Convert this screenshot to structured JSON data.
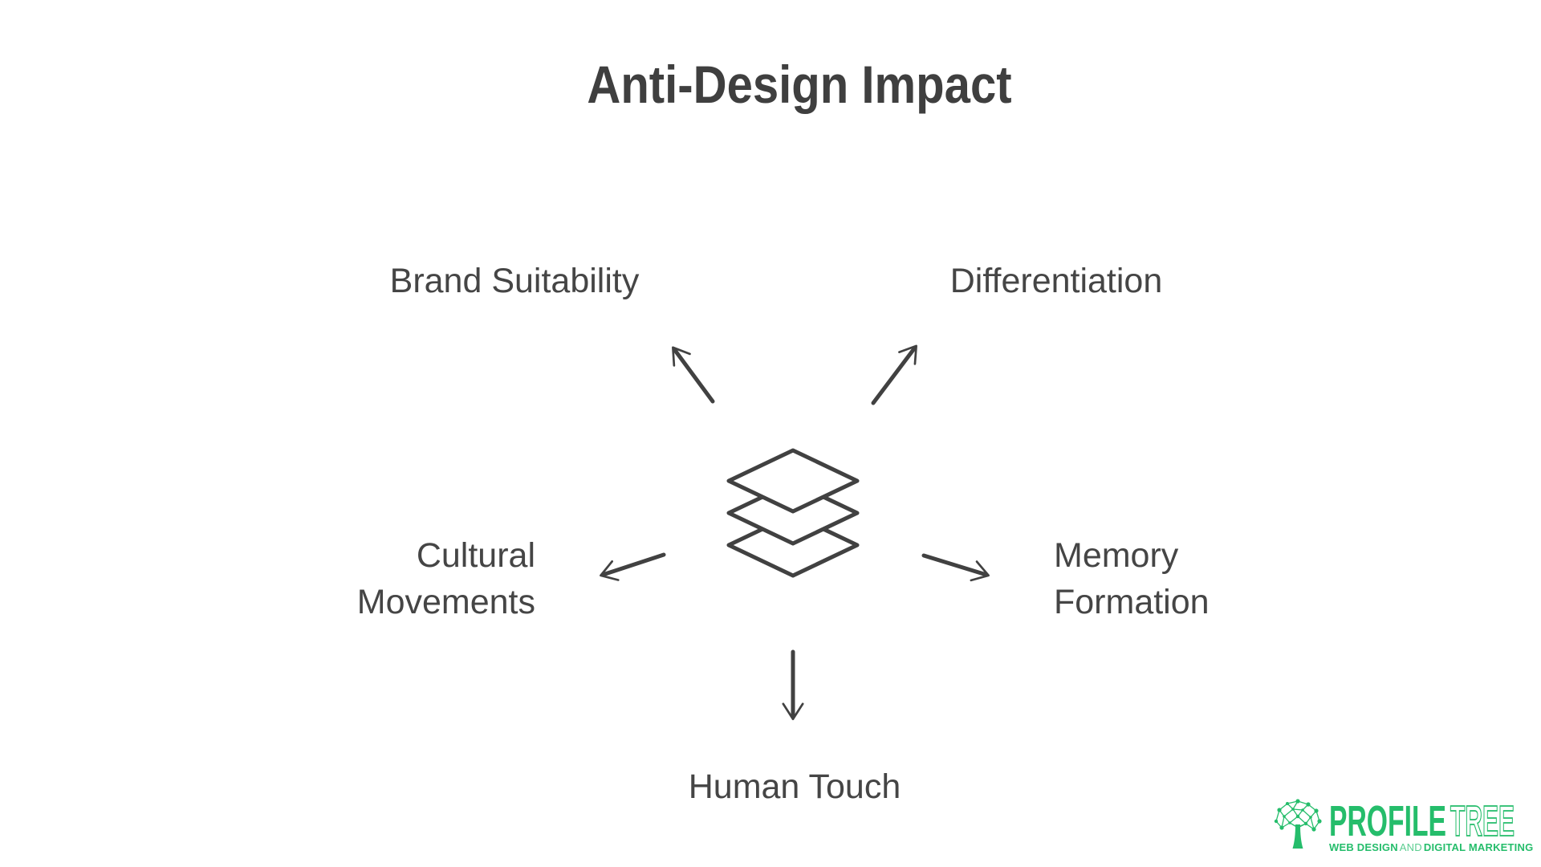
{
  "title": "Anti-Design Impact",
  "colors": {
    "ink": "#414141",
    "background": "#ffffff",
    "logo_green": "#25bd6b"
  },
  "diagram": {
    "center_icon": "layers-stack",
    "labels": {
      "brand_suitability": "Brand Suitability",
      "differentiation": "Differentiation",
      "cultural_line1": "Cultural",
      "cultural_line2": "Movements",
      "memory_line1": "Memory",
      "memory_line2": "Formation",
      "human_touch": "Human Touch"
    }
  },
  "logo": {
    "brand_solid": "PROFILE",
    "brand_outline": "TREE",
    "tagline_part1": "WEB DESIGN",
    "tagline_part2": "AND",
    "tagline_part3": "DIGITAL MARKETING"
  }
}
